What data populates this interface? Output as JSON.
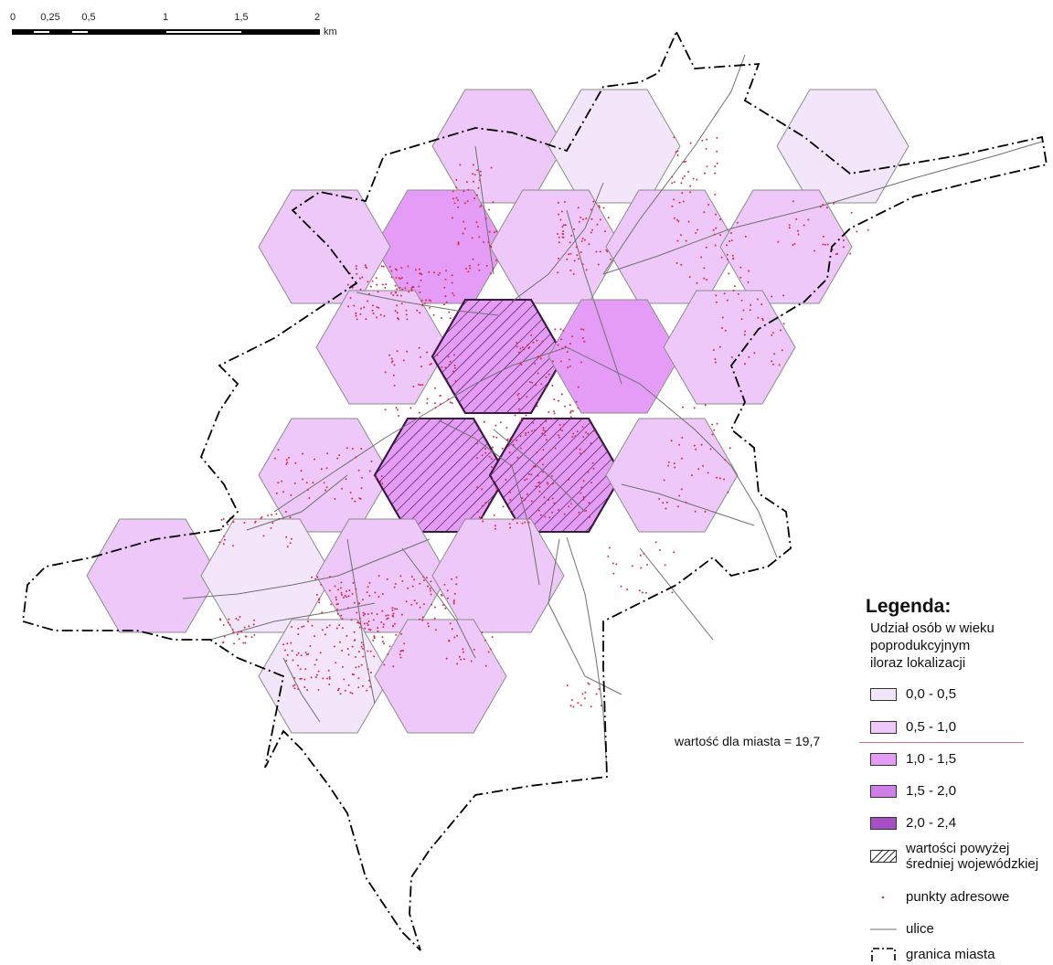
{
  "scalebar": {
    "ticks": [
      "0",
      "0,25",
      "0,5",
      "1",
      "1,5",
      "2"
    ],
    "unit": "km"
  },
  "legend": {
    "title": "Legenda:",
    "subtitle": "Udział osób w wieku\npoprodukcyjnym\niloraz lokalizacji",
    "classes": [
      {
        "label": "0,0 - 0,5",
        "color": "#f3e6fb"
      },
      {
        "label": "0,5 - 1,0",
        "color": "#edc8f8"
      },
      {
        "label": "1,0 - 1,5",
        "color": "#e59cf7"
      },
      {
        "label": "1,5 - 2,0",
        "color": "#cf80e6"
      },
      {
        "label": "2,0 - 2,4",
        "color": "#a64fc5"
      }
    ],
    "hatch_label": "wartości powyżej\nśredniej wojewódzkiej",
    "points_label": "punkty adresowe",
    "streets_label": "ulice",
    "boundary_label": "granica miasta"
  },
  "city_value_label": "wartość dla miasta = 19,7",
  "colors": {
    "points": "#d3304a",
    "streets": "#707070",
    "hex_outline": "#8c8c8c",
    "boundary": "#000000"
  }
}
